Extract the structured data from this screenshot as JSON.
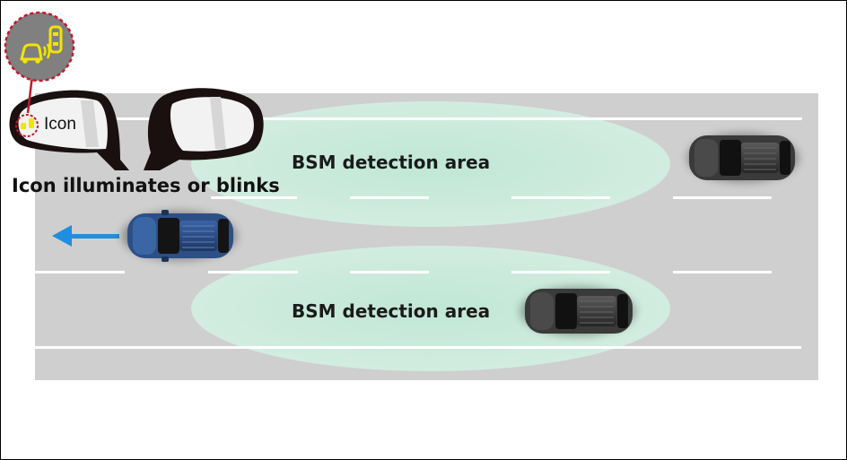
{
  "labels": {
    "detection_area_upper": "BSM detection area",
    "detection_area_lower": "BSM detection area",
    "caption": "Icon illuminates or blinks",
    "icon_label": "Icon"
  },
  "icons": {
    "zoom": "bsm-indicator-icon",
    "arrow": "direction-arrow-icon"
  },
  "colors": {
    "road": "#cfcfcf",
    "lane_marking": "#ffffff",
    "detection_zone": "#cfeee0",
    "indicator": "#f2e400",
    "callout_ring": "#c4182c",
    "arrow": "#1e8fe0",
    "host_car": "#2c4f86",
    "other_car": "#3a3a3a"
  }
}
